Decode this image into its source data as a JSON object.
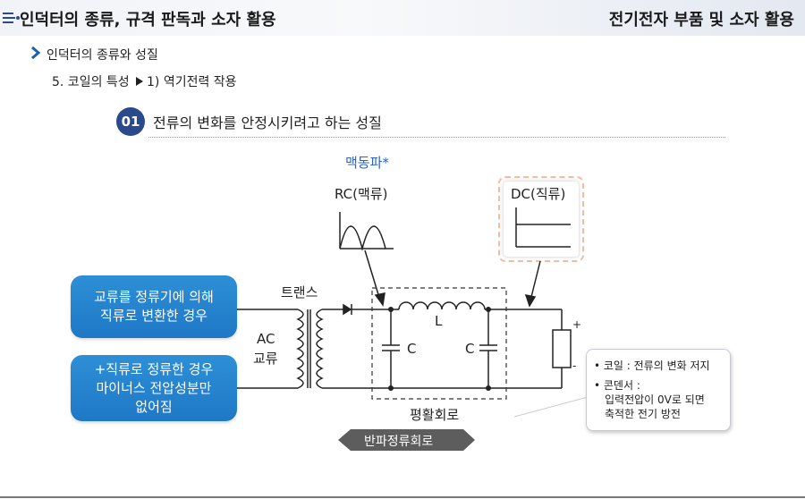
{
  "header": {
    "title": "인덕터의 종류, 규격 판독과 소자 활용",
    "right_title": "전기전자 부품 및 소자 활용",
    "icon": "list-bullets-icon"
  },
  "section": {
    "level1": "인덕터의 종류와 성질",
    "level2": "5. 코일의 특성",
    "level3": "1) 역기전력 작용"
  },
  "topic": {
    "number": "01",
    "text": "전류의 변화를 안정시키려고 하는 성질"
  },
  "diagram": {
    "pulse_label": "맥동파*",
    "rc_label": "RC(맥류)",
    "dc_label": "DC(직류)",
    "trans_label": "트랜스",
    "ac_label": "AC",
    "ac_label2": "교류",
    "l_label": "L",
    "c_left": "C",
    "c_right": "C",
    "plus": "+",
    "minus": "-",
    "smoothing_label": "평활회로",
    "halfwave_label": "반파정류회로"
  },
  "callouts": {
    "box1_line1": "교류를 정류기에 의해",
    "box1_line2": "직류로 변환한 경우",
    "box2_line1": "+직류로 정류한 경우",
    "box2_line2": "마이너스 전압성분만",
    "box2_line3": "없어짐"
  },
  "note": {
    "line1": "• 코일 : 전류의 변화 저지",
    "line2": "• 콘덴서 :",
    "line3": "입력전압이 0V로 되면",
    "line4": "축적한 전기 방전"
  },
  "colors": {
    "accent_blue": "#1f78c6",
    "badge": "#2b4a8c",
    "pulse_text": "#2a62c9",
    "dc_frame": "#f1bca0"
  }
}
